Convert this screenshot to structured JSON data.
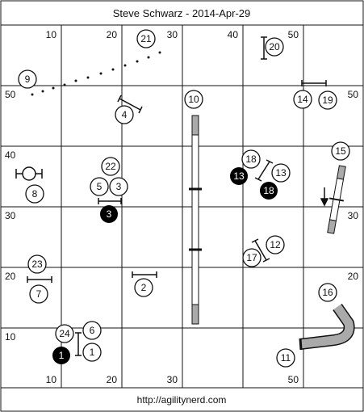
{
  "header": {
    "title": "Steve Schwarz - 2014-Apr-29"
  },
  "footer": {
    "url": "http://agilitynerd.com"
  },
  "axis": {
    "top": [
      "10",
      "20",
      "30",
      "40",
      "50"
    ],
    "bottom": [
      "10",
      "20",
      "30",
      "50"
    ],
    "left": [
      "50",
      "40",
      "30",
      "20",
      "10"
    ],
    "right": [
      "50",
      "30",
      "20"
    ]
  },
  "obstacles": {
    "open_numbers": [
      "1",
      "2",
      "3",
      "4",
      "5",
      "6",
      "7",
      "8",
      "9",
      "10",
      "11",
      "12",
      "13",
      "14",
      "15",
      "16",
      "17",
      "18",
      "19",
      "20",
      "21",
      "22",
      "23",
      "24"
    ],
    "filled_numbers": [
      "1",
      "3",
      "13",
      "18"
    ]
  },
  "colors": {
    "grid_line": "#111111",
    "tunnel_fill": "#aaaaaa",
    "handler_fill": "#000000",
    "background": "#ffffff"
  }
}
